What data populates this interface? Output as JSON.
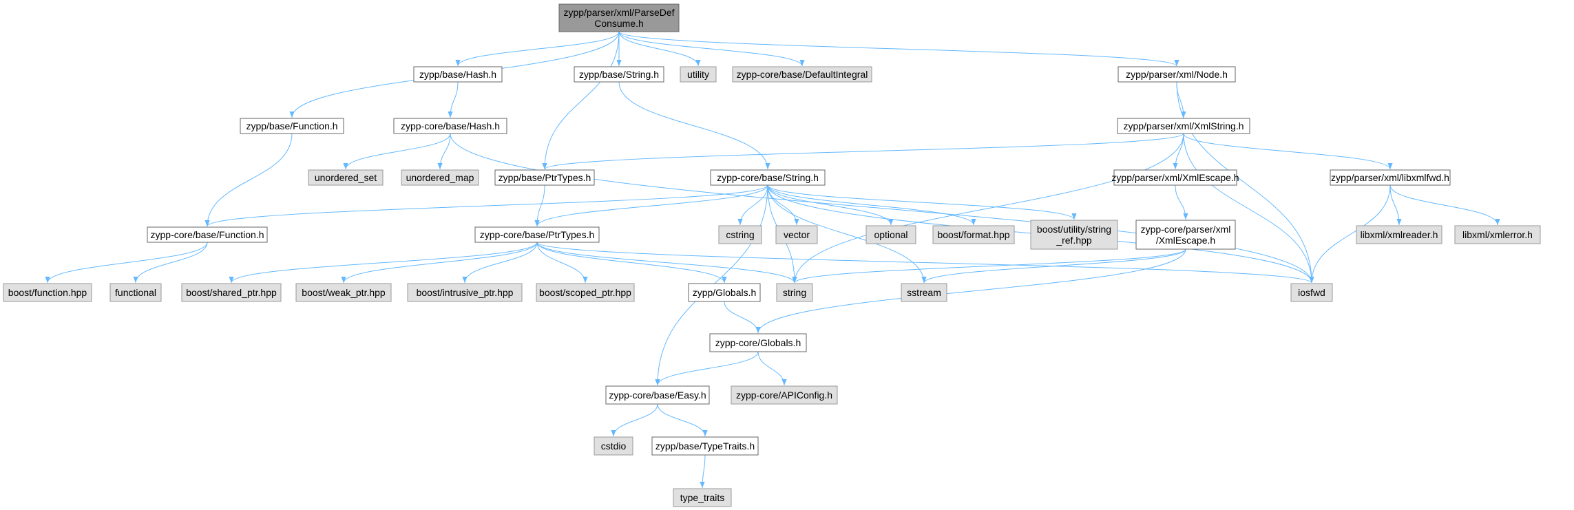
{
  "colors": {
    "edge": "#63b8ff",
    "root_fill": "#999999",
    "root_stroke": "#666666",
    "node_fill": "#ffffff",
    "node_stroke": "#666666",
    "external_fill": "#e0e0e0",
    "external_stroke": "#999999",
    "text": "#000000"
  },
  "nodes": [
    {
      "id": "root",
      "kind": "root",
      "lines": [
        "zypp/parser/xml/ParseDef",
        "Consume.h"
      ]
    },
    {
      "id": "base_hash",
      "kind": "file",
      "lines": [
        "zypp/base/Hash.h"
      ]
    },
    {
      "id": "base_string",
      "kind": "file",
      "lines": [
        "zypp/base/String.h"
      ]
    },
    {
      "id": "utility",
      "kind": "external",
      "lines": [
        "utility"
      ]
    },
    {
      "id": "default_integral",
      "kind": "external",
      "lines": [
        "zypp-core/base/DefaultIntegral"
      ]
    },
    {
      "id": "node_h",
      "kind": "file",
      "lines": [
        "zypp/parser/xml/Node.h"
      ]
    },
    {
      "id": "base_function",
      "kind": "file",
      "lines": [
        "zypp/base/Function.h"
      ]
    },
    {
      "id": "core_hash",
      "kind": "file",
      "lines": [
        "zypp-core/base/Hash.h"
      ]
    },
    {
      "id": "xmlstring",
      "kind": "file",
      "lines": [
        "zypp/parser/xml/XmlString.h"
      ]
    },
    {
      "id": "unordered_set",
      "kind": "external",
      "lines": [
        "unordered_set"
      ]
    },
    {
      "id": "unordered_map",
      "kind": "external",
      "lines": [
        "unordered_map"
      ]
    },
    {
      "id": "base_ptrtypes",
      "kind": "file",
      "lines": [
        "zypp/base/PtrTypes.h"
      ]
    },
    {
      "id": "core_string",
      "kind": "file",
      "lines": [
        "zypp-core/base/String.h"
      ]
    },
    {
      "id": "xmlescape_h",
      "kind": "file",
      "lines": [
        "zypp/parser/xml/XmlEscape.h"
      ]
    },
    {
      "id": "libxmlfwd",
      "kind": "file",
      "lines": [
        "zypp/parser/xml/libxmlfwd.h"
      ]
    },
    {
      "id": "core_function",
      "kind": "file",
      "lines": [
        "zypp-core/base/Function.h"
      ]
    },
    {
      "id": "core_ptrtypes",
      "kind": "file",
      "lines": [
        "zypp-core/base/PtrTypes.h"
      ]
    },
    {
      "id": "cstring",
      "kind": "external",
      "lines": [
        "cstring"
      ]
    },
    {
      "id": "vector",
      "kind": "external",
      "lines": [
        "vector"
      ]
    },
    {
      "id": "optional",
      "kind": "external",
      "lines": [
        "optional"
      ]
    },
    {
      "id": "boost_format",
      "kind": "external",
      "lines": [
        "boost/format.hpp"
      ]
    },
    {
      "id": "boost_string_ref",
      "kind": "external",
      "lines": [
        "boost/utility/string",
        "_ref.hpp"
      ]
    },
    {
      "id": "core_xmlescape",
      "kind": "file",
      "lines": [
        "zypp-core/parser/xml",
        "/XmlEscape.h"
      ]
    },
    {
      "id": "xmlreader",
      "kind": "external",
      "lines": [
        "libxml/xmlreader.h"
      ]
    },
    {
      "id": "xmlerror",
      "kind": "external",
      "lines": [
        "libxml/xmlerror.h"
      ]
    },
    {
      "id": "boost_function",
      "kind": "external",
      "lines": [
        "boost/function.hpp"
      ]
    },
    {
      "id": "functional",
      "kind": "external",
      "lines": [
        "functional"
      ]
    },
    {
      "id": "boost_shared",
      "kind": "external",
      "lines": [
        "boost/shared_ptr.hpp"
      ]
    },
    {
      "id": "boost_weak",
      "kind": "external",
      "lines": [
        "boost/weak_ptr.hpp"
      ]
    },
    {
      "id": "boost_intrusive",
      "kind": "external",
      "lines": [
        "boost/intrusive_ptr.hpp"
      ]
    },
    {
      "id": "boost_scoped",
      "kind": "external",
      "lines": [
        "boost/scoped_ptr.hpp"
      ]
    },
    {
      "id": "globals_h",
      "kind": "file",
      "lines": [
        "zypp/Globals.h"
      ]
    },
    {
      "id": "string",
      "kind": "external",
      "lines": [
        "string"
      ]
    },
    {
      "id": "sstream",
      "kind": "external",
      "lines": [
        "sstream"
      ]
    },
    {
      "id": "iosfwd",
      "kind": "external",
      "lines": [
        "iosfwd"
      ]
    },
    {
      "id": "core_globals",
      "kind": "file",
      "lines": [
        "zypp-core/Globals.h"
      ]
    },
    {
      "id": "core_easy",
      "kind": "file",
      "lines": [
        "zypp-core/base/Easy.h"
      ]
    },
    {
      "id": "apiconfig",
      "kind": "external",
      "lines": [
        "zypp-core/APIConfig.h"
      ]
    },
    {
      "id": "cstdio",
      "kind": "external",
      "lines": [
        "cstdio"
      ]
    },
    {
      "id": "typetraits",
      "kind": "file",
      "lines": [
        "zypp/base/TypeTraits.h"
      ]
    },
    {
      "id": "type_traits",
      "kind": "external",
      "lines": [
        "type_traits"
      ]
    }
  ],
  "edges": [
    [
      "root",
      "base_hash"
    ],
    [
      "root",
      "base_string"
    ],
    [
      "root",
      "utility"
    ],
    [
      "root",
      "default_integral"
    ],
    [
      "root",
      "node_h"
    ],
    [
      "root",
      "base_function"
    ],
    [
      "root",
      "base_ptrtypes"
    ],
    [
      "base_hash",
      "core_hash"
    ],
    [
      "core_hash",
      "unordered_set"
    ],
    [
      "core_hash",
      "unordered_map"
    ],
    [
      "core_hash",
      "iosfwd"
    ],
    [
      "base_string",
      "core_string"
    ],
    [
      "node_h",
      "xmlstring"
    ],
    [
      "node_h",
      "iosfwd"
    ],
    [
      "xmlstring",
      "base_ptrtypes"
    ],
    [
      "xmlstring",
      "xmlescape_h"
    ],
    [
      "xmlstring",
      "libxmlfwd"
    ],
    [
      "xmlstring",
      "string"
    ],
    [
      "xmlstring",
      "iosfwd"
    ],
    [
      "base_function",
      "core_function"
    ],
    [
      "core_function",
      "boost_function"
    ],
    [
      "core_function",
      "functional"
    ],
    [
      "base_ptrtypes",
      "core_ptrtypes"
    ],
    [
      "core_ptrtypes",
      "boost_shared"
    ],
    [
      "core_ptrtypes",
      "boost_weak"
    ],
    [
      "core_ptrtypes",
      "boost_intrusive"
    ],
    [
      "core_ptrtypes",
      "boost_scoped"
    ],
    [
      "core_ptrtypes",
      "globals_h"
    ],
    [
      "core_ptrtypes",
      "string"
    ],
    [
      "core_ptrtypes",
      "iosfwd"
    ],
    [
      "core_string",
      "core_function"
    ],
    [
      "core_string",
      "core_ptrtypes"
    ],
    [
      "core_string",
      "cstring"
    ],
    [
      "core_string",
      "vector"
    ],
    [
      "core_string",
      "optional"
    ],
    [
      "core_string",
      "boost_format"
    ],
    [
      "core_string",
      "boost_string_ref"
    ],
    [
      "core_string",
      "string"
    ],
    [
      "core_string",
      "sstream"
    ],
    [
      "core_string",
      "iosfwd"
    ],
    [
      "core_string",
      "core_easy"
    ],
    [
      "xmlescape_h",
      "core_xmlescape"
    ],
    [
      "core_xmlescape",
      "string"
    ],
    [
      "core_xmlescape",
      "sstream"
    ],
    [
      "core_xmlescape",
      "core_globals"
    ],
    [
      "libxmlfwd",
      "xmlreader"
    ],
    [
      "libxmlfwd",
      "xmlerror"
    ],
    [
      "libxmlfwd",
      "iosfwd"
    ],
    [
      "globals_h",
      "core_globals"
    ],
    [
      "core_globals",
      "core_easy"
    ],
    [
      "core_globals",
      "apiconfig"
    ],
    [
      "core_easy",
      "cstdio"
    ],
    [
      "core_easy",
      "typetraits"
    ],
    [
      "typetraits",
      "type_traits"
    ]
  ]
}
